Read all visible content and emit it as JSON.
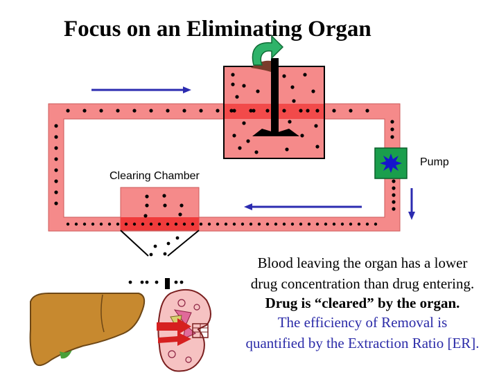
{
  "title": "Focus on an Eliminating Organ",
  "labels": {
    "pump": "Pump",
    "clearing_chamber": "Clearing Chamber"
  },
  "caption": {
    "line1": "Blood leaving the organ has a lower",
    "line2": "drug concentration than drug entering.",
    "line3": "Drug is “cleared” by the organ.",
    "line4": "The efficiency of Removal is",
    "line5": "quantified by the Extraction Ratio [ER]."
  },
  "colors": {
    "circuit": "#f58a8a",
    "chamber": "#f03b3b",
    "pump": "#1a9e4c",
    "pump_star": "#1515cc",
    "arrow": "#2b2bb0",
    "caption_highlight": "#2b2ba8",
    "liver": "#c7892f",
    "kidney_tissue": "#f6c2c2",
    "kidney_vessel": "#d62020",
    "stir_arrow": "#2fb36a",
    "stir_top": "#7a3c2b"
  }
}
